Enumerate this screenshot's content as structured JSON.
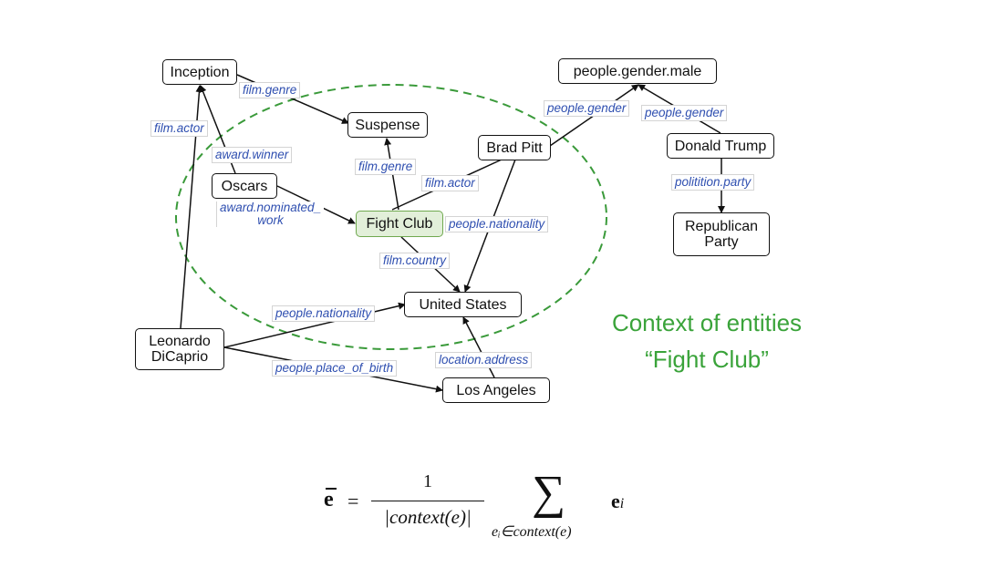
{
  "nodes": {
    "inception": "Inception",
    "gender_male": "people.gender.male",
    "suspense": "Suspense",
    "brad_pitt": "Brad Pitt",
    "donald_trump": "Donald Trump",
    "oscars": "Oscars",
    "fight_club": "Fight Club",
    "republican_party": "Republican\nParty",
    "united_states": "United States",
    "leonardo": "Leonardo\nDiCaprio",
    "los_angeles": "Los Angeles"
  },
  "edges": {
    "film_genre_1": "film.genre",
    "film_actor_1": "film.actor",
    "award_winner": "award.winner",
    "people_gender_1": "people.gender",
    "people_gender_2": "people.gender",
    "film_genre_2": "film.genre",
    "film_actor_2": "film.actor",
    "politician_party": "politition.party",
    "award_nominated_work": "award.nominated_\nwork",
    "people_nationality_1": "people.nationality",
    "film_country": "film.country",
    "people_nationality_2": "people.nationality",
    "people_place_of_birth": "people.place_of_birth",
    "location_address": "location.address"
  },
  "context_label": {
    "line1": "Context of entities",
    "line2": "“Fight Club”"
  },
  "formula": {
    "lhs": "e",
    "equals": "=",
    "numerator": "1",
    "denominator": "|context(e)|",
    "sum": "∑",
    "sum_subscript": "eᵢ∈context(e)",
    "term": "e",
    "term_index": "i"
  },
  "colors": {
    "edge_label": "#2f4fb0",
    "context_ellipse": "#3a9a3a",
    "focus_fill": "#e2efd9",
    "focus_border": "#70a950",
    "context_text": "#3aa33a"
  }
}
